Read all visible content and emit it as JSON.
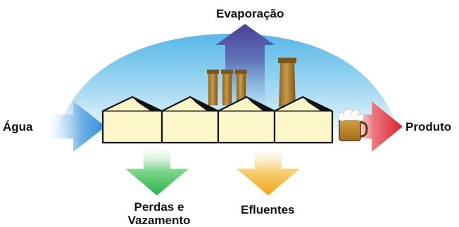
{
  "labels": {
    "evaporation": "Evaporação",
    "water": "Água",
    "product": "Produto",
    "losses": "Perdas e Vazamento",
    "effluents": "Efluentes"
  },
  "colors": {
    "dome_top": "#56b8e8",
    "dome_bottom": "#ffffff",
    "water_arrow": "#2f8ed6",
    "product_arrow": "#d8222c",
    "evaporation_arrow": "#4a3f98",
    "losses_arrow": "#29b24a",
    "effluents_arrow": "#f0a51a",
    "factory_wall": "#fdf6c8",
    "chimney": "#b88a3a",
    "beer": "#b8862a"
  },
  "icons": [
    "factory-icon",
    "chimney-icon",
    "beer-mug-icon"
  ]
}
